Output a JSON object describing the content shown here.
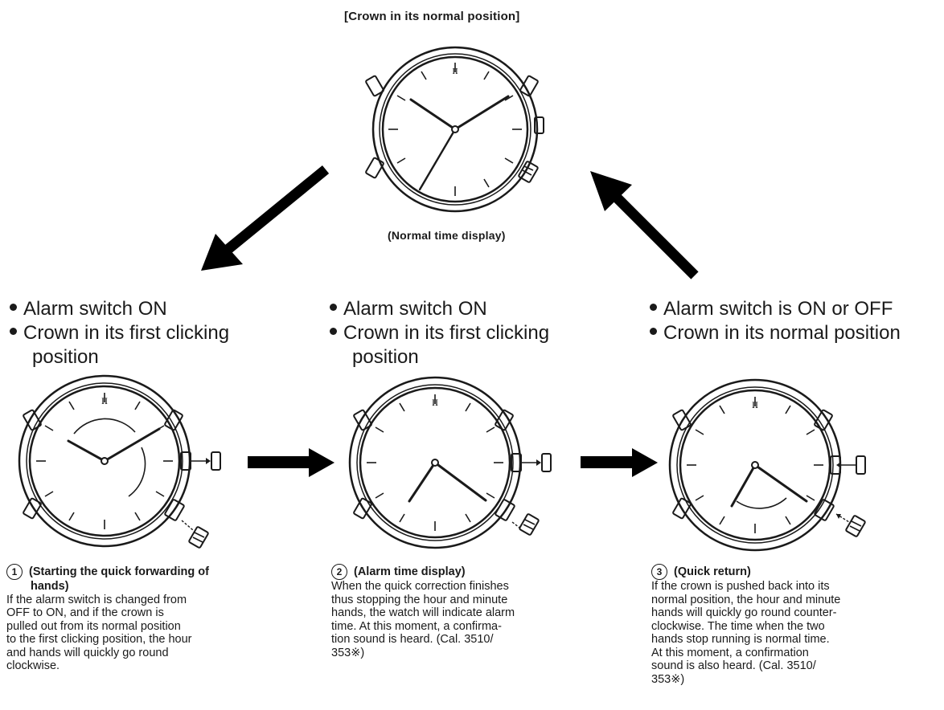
{
  "top": {
    "caption": "[Crown in its normal position]",
    "subcaption": "(Normal time display)"
  },
  "states": [
    {
      "bullets": [
        "Alarm switch ON",
        "Crown in its first clicking",
        "position"
      ],
      "num": "1",
      "title": "(Starting the quick forwarding of",
      "title2": "hands)",
      "lines": [
        "If the alarm switch is changed from",
        "OFF to ON, and if the crown is",
        "pulled out from its normal position",
        "to the first clicking position, the hour",
        "and hands will quickly go round",
        "clockwise."
      ]
    },
    {
      "bullets": [
        "Alarm switch ON",
        "Crown in its first clicking",
        "position"
      ],
      "num": "2",
      "title": "(Alarm time display)",
      "lines": [
        "When the quick correction finishes",
        "thus stopping the hour and minute",
        "hands, the watch will indicate alarm",
        "time. At this moment, a confirma-",
        "tion sound is heard. (Cal. 3510/",
        "353※)"
      ]
    },
    {
      "bullets": [
        "Alarm switch is ON or OFF",
        "Crown in its normal position"
      ],
      "num": "3",
      "title": "(Quick return)",
      "lines": [
        "If the crown is pushed back into its",
        "normal position, the hour and minute",
        "hands will quickly go round counter-",
        "clockwise. The time when the two",
        "hands stop running is normal time.",
        "At this moment, a confirmation",
        "sound is also heard. (Cal. 3510/",
        "353※)"
      ]
    }
  ],
  "dial_numeral": "II"
}
